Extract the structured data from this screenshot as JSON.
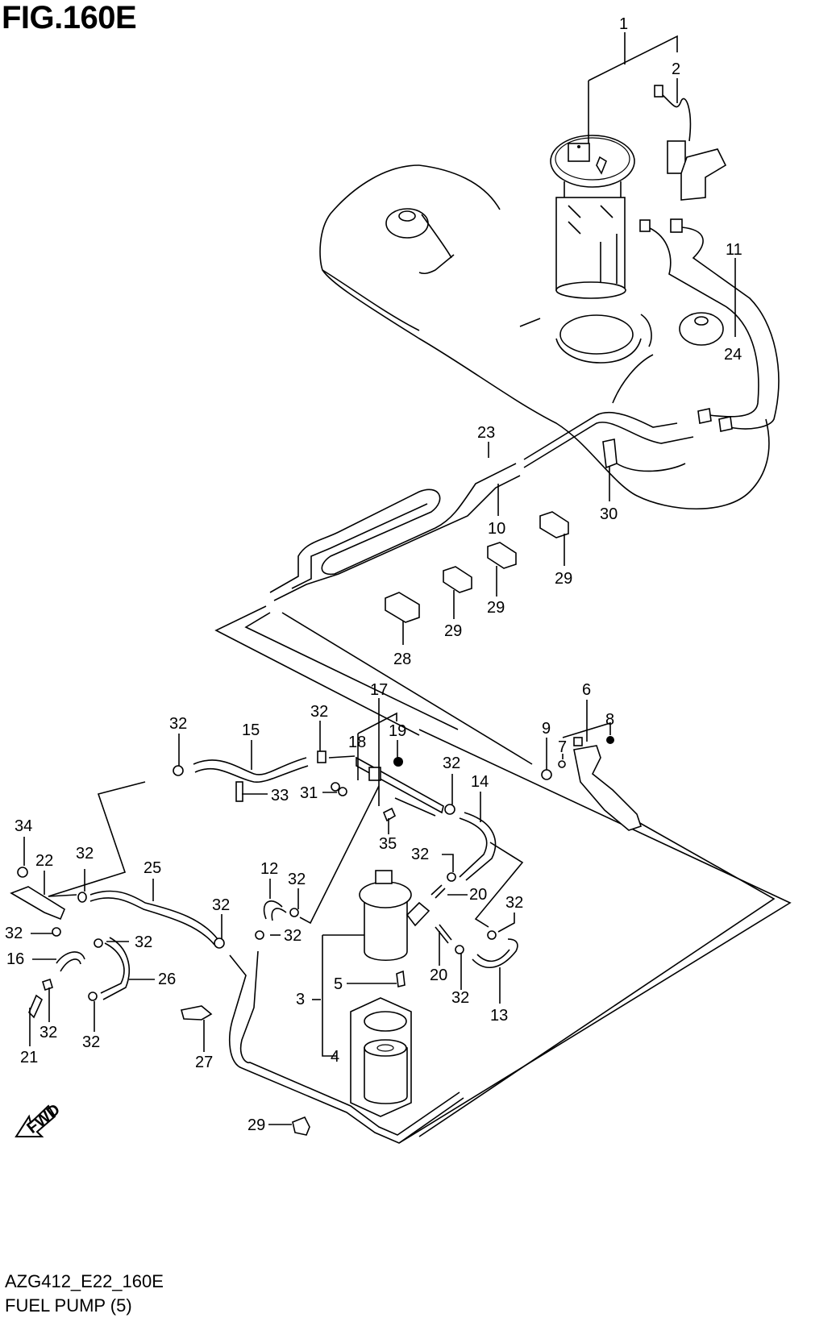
{
  "figure": {
    "title": "FIG.160E",
    "code": "AZG412_E22_160E",
    "name": "FUEL PUMP (5)",
    "direction_badge": "FWD"
  },
  "callouts": [
    {
      "id": "c1",
      "label": "1"
    },
    {
      "id": "c2",
      "label": "2"
    },
    {
      "id": "c11",
      "label": "11"
    },
    {
      "id": "c24",
      "label": "24"
    },
    {
      "id": "c23",
      "label": "23"
    },
    {
      "id": "c10",
      "label": "10"
    },
    {
      "id": "c30",
      "label": "30"
    },
    {
      "id": "c29a",
      "label": "29"
    },
    {
      "id": "c29b",
      "label": "29"
    },
    {
      "id": "c29c",
      "label": "29"
    },
    {
      "id": "c28",
      "label": "28"
    },
    {
      "id": "c17",
      "label": "17"
    },
    {
      "id": "c18",
      "label": "18"
    },
    {
      "id": "c19",
      "label": "19"
    },
    {
      "id": "c32a",
      "label": "32"
    },
    {
      "id": "c15",
      "label": "15"
    },
    {
      "id": "c32b",
      "label": "32"
    },
    {
      "id": "c33",
      "label": "33"
    },
    {
      "id": "c31",
      "label": "31"
    },
    {
      "id": "c32c",
      "label": "32"
    },
    {
      "id": "c14",
      "label": "14"
    },
    {
      "id": "c35",
      "label": "35"
    },
    {
      "id": "c6",
      "label": "6"
    },
    {
      "id": "c9",
      "label": "9"
    },
    {
      "id": "c7",
      "label": "7"
    },
    {
      "id": "c8",
      "label": "8"
    },
    {
      "id": "c34",
      "label": "34"
    },
    {
      "id": "c22",
      "label": "22"
    },
    {
      "id": "c32d",
      "label": "32"
    },
    {
      "id": "c25",
      "label": "25"
    },
    {
      "id": "c12",
      "label": "12"
    },
    {
      "id": "c32e",
      "label": "32"
    },
    {
      "id": "c32f",
      "label": "32"
    },
    {
      "id": "c20a",
      "label": "20"
    },
    {
      "id": "c32g",
      "label": "32"
    },
    {
      "id": "c32h",
      "label": "32"
    },
    {
      "id": "c32i",
      "label": "32"
    },
    {
      "id": "c32j",
      "label": "32"
    },
    {
      "id": "c32k",
      "label": "32"
    },
    {
      "id": "c16",
      "label": "16"
    },
    {
      "id": "c26",
      "label": "26"
    },
    {
      "id": "c20b",
      "label": "20"
    },
    {
      "id": "c32l",
      "label": "32"
    },
    {
      "id": "c13",
      "label": "13"
    },
    {
      "id": "c5",
      "label": "5"
    },
    {
      "id": "c3",
      "label": "3"
    },
    {
      "id": "c4",
      "label": "4"
    },
    {
      "id": "c32m",
      "label": "32"
    },
    {
      "id": "c21",
      "label": "21"
    },
    {
      "id": "c32n",
      "label": "32"
    },
    {
      "id": "c27",
      "label": "27"
    },
    {
      "id": "c29d",
      "label": "29"
    }
  ]
}
